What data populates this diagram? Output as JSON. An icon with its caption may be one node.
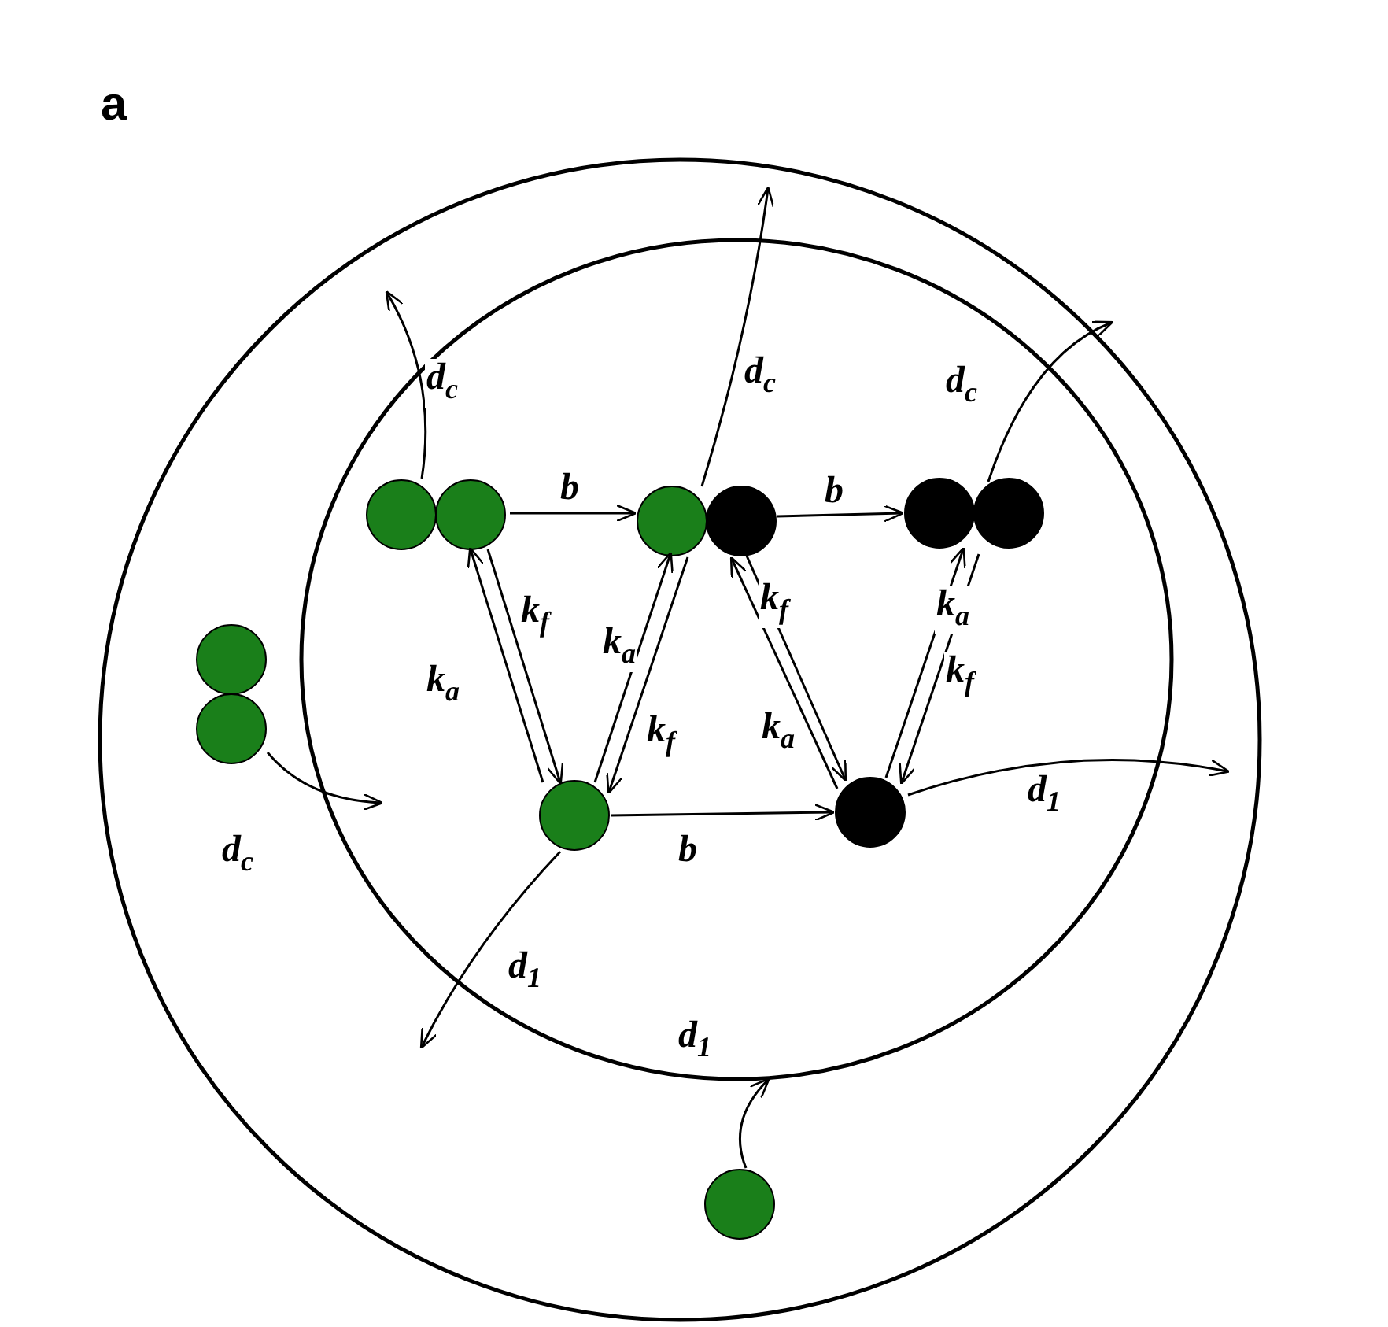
{
  "diagram": {
    "nodes": [
      {
        "text": [],
        "shape": "circle"
      },
      {
        "text": [],
        "shape": "circle",
        "in": 0
      },
      {
        "text": [],
        "shape": "circle",
        "in": 1
      },
      {
        "text": [],
        "shape": "circle",
        "in": 1
      },
      {
        "text": [],
        "shape": "circle",
        "in": 1
      },
      {
        "text": [],
        "shape": "circle",
        "in": 1
      },
      {
        "text": [],
        "shape": "circle",
        "in": 1
      },
      {
        "text": [],
        "shape": "circle",
        "in": 0
      },
      {
        "text": [],
        "shape": "circle",
        "in": 0
      }
    ],
    "edges": [
      {
        "from": 2,
        "to": null,
        "arrow": "to",
        "label": "d$_{c}$"
      },
      {
        "from": 3,
        "to": null,
        "arrow": "to",
        "label": "d$_{c}$"
      },
      {
        "from": 4,
        "to": null,
        "arrow": "to",
        "label": "d$_{c}$"
      },
      {
        "from": 2,
        "to": 3,
        "arrow": "to",
        "label": "b"
      },
      {
        "from": 3,
        "to": 4,
        "arrow": "to",
        "label": "b"
      },
      {
        "from": 2,
        "to": 5,
        "arrow": "to",
        "label": "k$_{f}$"
      },
      {
        "from": 5,
        "to": 2,
        "arrow": "to",
        "label": "k$_{a}$"
      },
      {
        "from": 5,
        "to": 3,
        "arrow": "to",
        "label": "k$_{a}$"
      },
      {
        "from": 3,
        "to": 5,
        "arrow": "to",
        "label": "k$_{f}$"
      },
      {
        "from": 3,
        "to": 6,
        "arrow": "to",
        "label": "k$_{f}$"
      },
      {
        "from": 6,
        "to": 3,
        "arrow": "to",
        "label": "k$_{a}$"
      },
      {
        "from": 6,
        "to": 4,
        "arrow": "to",
        "label": "k$_{a}$"
      },
      {
        "from": 4,
        "to": 6,
        "arrow": "to",
        "label": "k$_{f}$"
      },
      {
        "from": 7,
        "to": null,
        "arrow": "to",
        "label": "d$_{c}$"
      },
      {
        "from": 5,
        "to": 6,
        "arrow": "to",
        "label": "b"
      },
      {
        "from": 6,
        "to": null,
        "arrow": "to",
        "label": "d$_{1}$"
      },
      {
        "from": 5,
        "to": null,
        "arrow": "to",
        "label": "d$_{1}$"
      },
      {
        "from": 8,
        "to": 1,
        "arrow": "to",
        "label": "d$_{1}$"
      }
    ],
    "labels": [
      "a"
    ]
  }
}
